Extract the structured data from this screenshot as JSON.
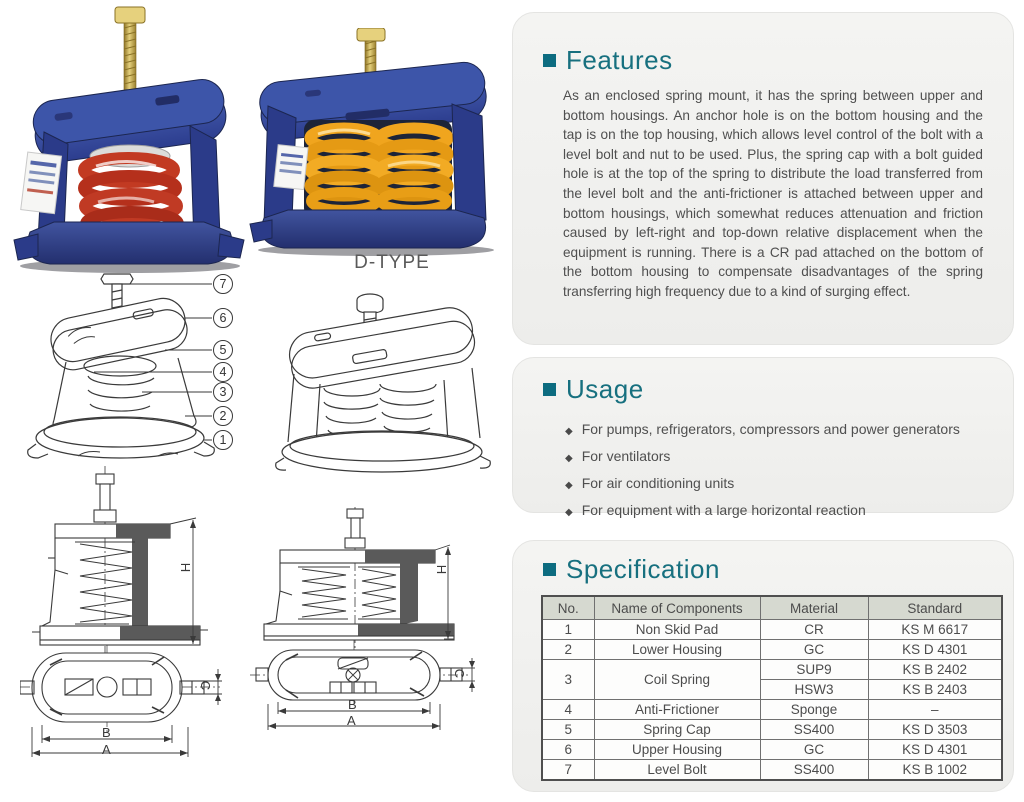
{
  "photos": {
    "right_caption": "D-TYPE"
  },
  "diagram": {
    "callouts": [
      "7",
      "6",
      "5",
      "4",
      "3",
      "2",
      "1"
    ],
    "dim_height": "H",
    "dim_outer": "A",
    "dim_inner": "B",
    "dim_side": "C"
  },
  "features": {
    "title": "Features",
    "body": "As an enclosed spring mount, it has the spring between upper and bottom housings. An anchor hole is on the bottom housing and the tap is on the top housing, which allows level control of the bolt with a level bolt and nut to be used. Plus, the spring cap with a bolt guided hole is at the top of the spring to distribute the load transferred from the level bolt and the anti-frictioner is attached between upper and bottom housings, which somewhat reduces attenuation and friction caused by left-right and top-down relative displacement when the equipment is running. There is a CR pad attached on the bottom of the bottom housing to compensate disadvantages of the spring transferring high frequency due to a kind of surging effect."
  },
  "usage": {
    "title": "Usage",
    "items": [
      "For pumps, refrigerators, compressors and power generators",
      "For ventilators",
      "For air conditioning units",
      "For equipment with a large horizontal reaction"
    ]
  },
  "specification": {
    "title": "Specification",
    "table": {
      "headers": [
        "No.",
        "Name of Components",
        "Material",
        "Standard"
      ],
      "rows": [
        {
          "no": "1",
          "name": "Non Skid Pad",
          "entries": [
            {
              "material": "CR",
              "standard": "KS M 6617"
            }
          ]
        },
        {
          "no": "2",
          "name": "Lower Housing",
          "entries": [
            {
              "material": "GC",
              "standard": "KS D 4301"
            }
          ]
        },
        {
          "no": "3",
          "name": "Coil Spring",
          "entries": [
            {
              "material": "SUP9",
              "standard": "KS B 2402"
            },
            {
              "material": "HSW3",
              "standard": "KS B 2403"
            }
          ]
        },
        {
          "no": "4",
          "name": "Anti-Frictioner",
          "entries": [
            {
              "material": "Sponge",
              "standard": "–"
            }
          ]
        },
        {
          "no": "5",
          "name": "Spring Cap",
          "entries": [
            {
              "material": "SS400",
              "standard": "KS D 3503"
            }
          ]
        },
        {
          "no": "6",
          "name": "Upper Housing",
          "entries": [
            {
              "material": "GC",
              "standard": "KS D 4301"
            }
          ]
        },
        {
          "no": "7",
          "name": "Level Bolt",
          "entries": [
            {
              "material": "SS400",
              "standard": "KS B 1002"
            }
          ]
        }
      ]
    }
  },
  "colors": {
    "heading_teal": "#17707f",
    "bullet_teal": "#0d6c80",
    "card_bg": "#f1f1ef",
    "body_text": "#4f4f4f",
    "table_header_bg": "#d6d9d0",
    "table_border": "#707070",
    "housing_blue": "#2e3f93",
    "spring_red": "#c23a22",
    "spring_yellow": "#f0a51e",
    "bolt_brass": "#cdb45e",
    "drawing_stroke": "#3a3a3a"
  }
}
